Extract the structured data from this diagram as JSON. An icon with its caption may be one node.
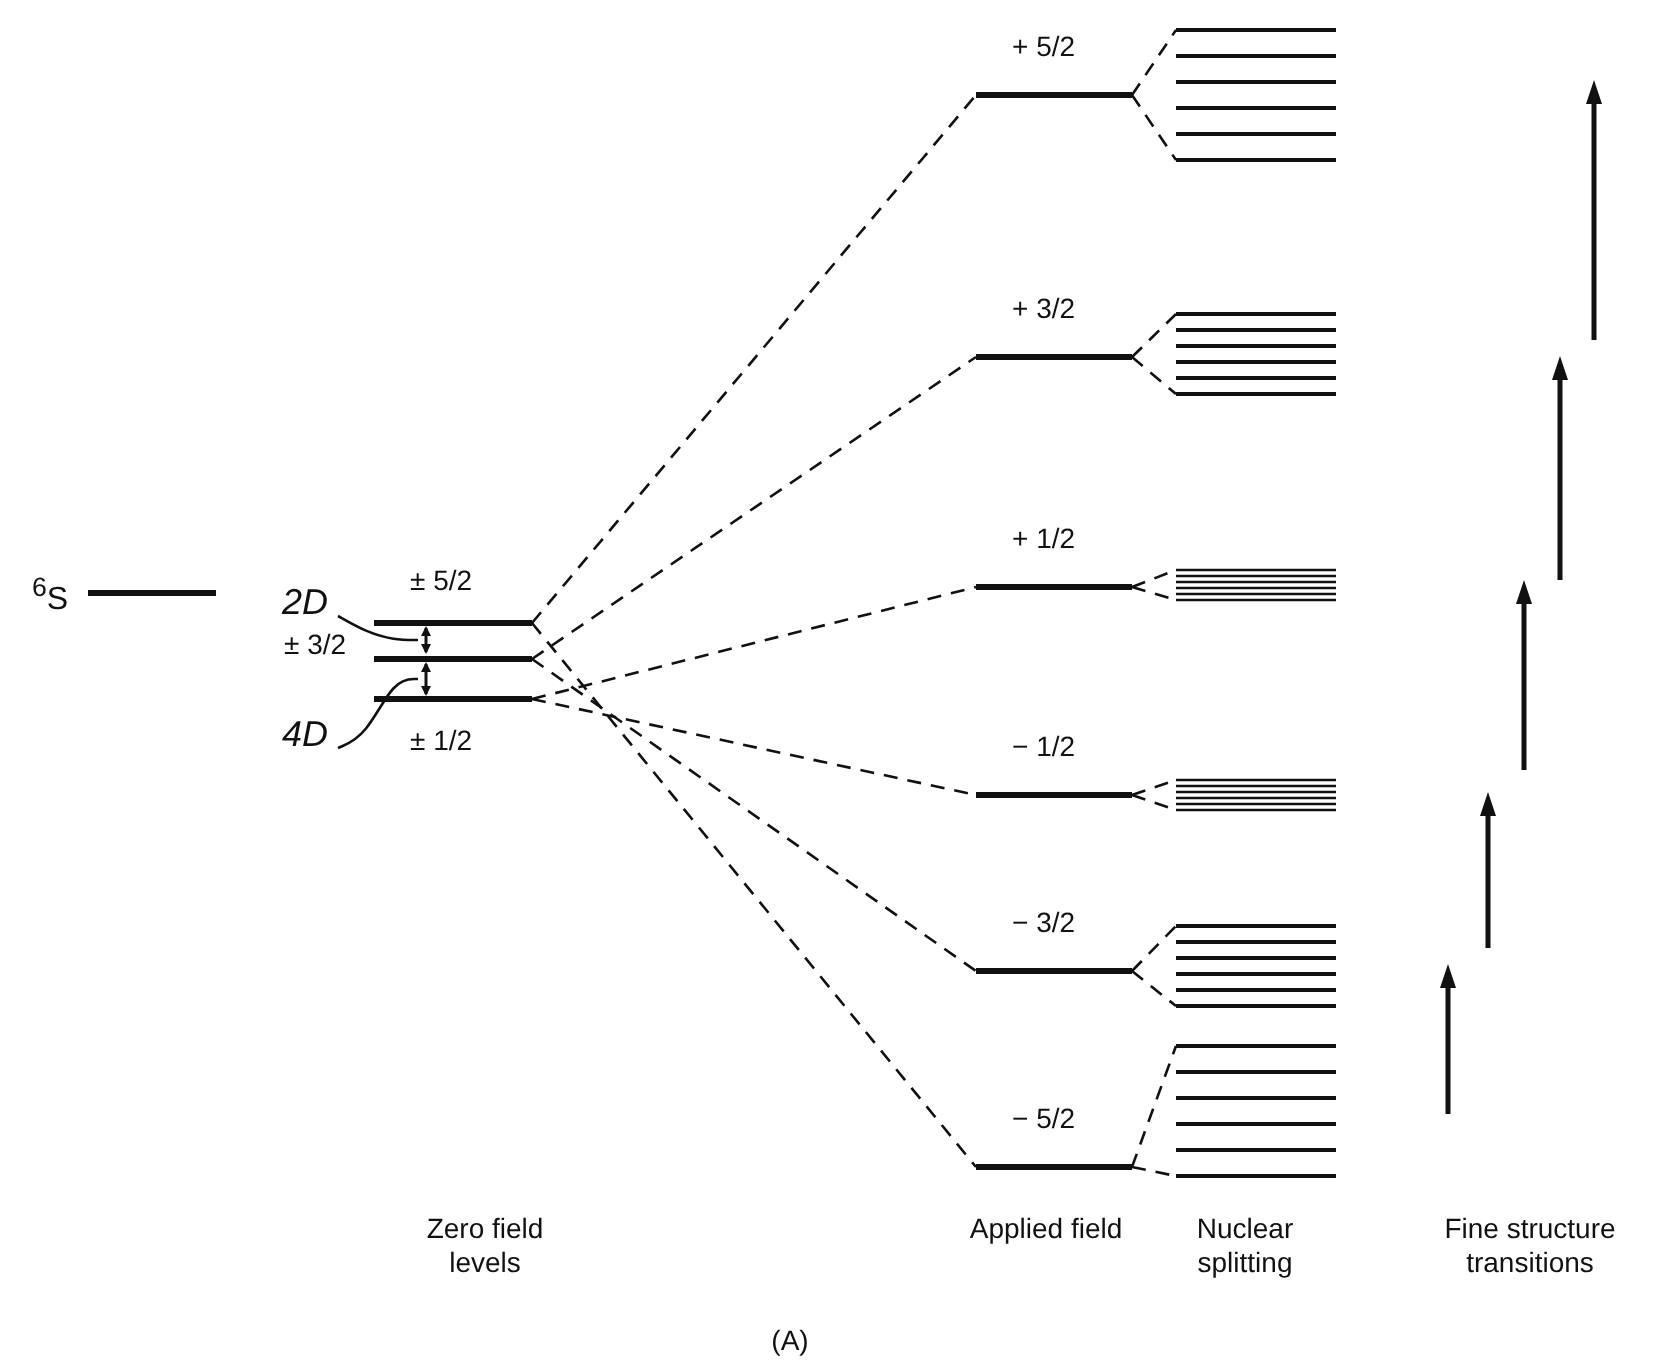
{
  "diagram": {
    "nodes": [
      {
        "text": [
          "$^{6}$S"
        ]
      },
      {
        "text": [
          "± 5/2"
        ]
      },
      {
        "text": [
          "± 3/2"
        ]
      },
      {
        "text": [
          "± 1/2"
        ]
      },
      {
        "text": [],
        "shape": "arrow"
      },
      {
        "text": [],
        "shape": "arrow"
      },
      {
        "text": [
          "2D"
        ]
      },
      {
        "text": [
          "4D"
        ]
      },
      {
        "text": [
          "+ 5/2"
        ]
      },
      {
        "text": [
          "+ 3/2"
        ]
      },
      {
        "text": [
          "+ 1/2"
        ]
      },
      {
        "text": [
          "− 1/2"
        ]
      },
      {
        "text": [
          "− 3/2"
        ]
      },
      {
        "text": [
          "− 5/2"
        ]
      },
      {
        "text": [],
        "shape": "bar"
      },
      {
        "text": [],
        "shape": "bar"
      },
      {
        "text": [],
        "shape": "bar"
      },
      {
        "text": [],
        "shape": "bar"
      },
      {
        "text": [],
        "shape": "bar"
      },
      {
        "text": [],
        "shape": "bar"
      }
    ],
    "edges": [
      {
        "from": 6,
        "to": 4,
        "arrow": "none"
      },
      {
        "from": 7,
        "to": 5,
        "arrow": "none"
      },
      {
        "from": 1,
        "to": 8,
        "arrow": "none",
        "style": "dashed"
      },
      {
        "from": 2,
        "to": 9,
        "arrow": "none",
        "style": "dashed"
      },
      {
        "from": 3,
        "to": 10,
        "arrow": "none",
        "style": "dashed"
      },
      {
        "from": 3,
        "to": 11,
        "arrow": "none",
        "style": "dashed"
      },
      {
        "from": 2,
        "to": 12,
        "arrow": "none",
        "style": "dashed"
      },
      {
        "from": 1,
        "to": 13,
        "arrow": "none",
        "style": "dashed"
      },
      {
        "from": 8,
        "to": 14,
        "arrow": "none",
        "style": "dashed"
      },
      {
        "from": 9,
        "to": 15,
        "arrow": "none",
        "style": "dashed"
      },
      {
        "from": 10,
        "to": 16,
        "arrow": "none",
        "style": "dashed"
      },
      {
        "from": 11,
        "to": 17,
        "arrow": "none",
        "style": "dashed"
      },
      {
        "from": 12,
        "to": 18,
        "arrow": "none",
        "style": "dashed"
      },
      {
        "from": 13,
        "to": 19,
        "arrow": "none",
        "style": "dashed"
      }
    ],
    "labels": [
      "Zero field levels",
      "Applied field",
      "Nuclear splitting",
      "Fine structure transitions",
      "(A)"
    ]
  }
}
